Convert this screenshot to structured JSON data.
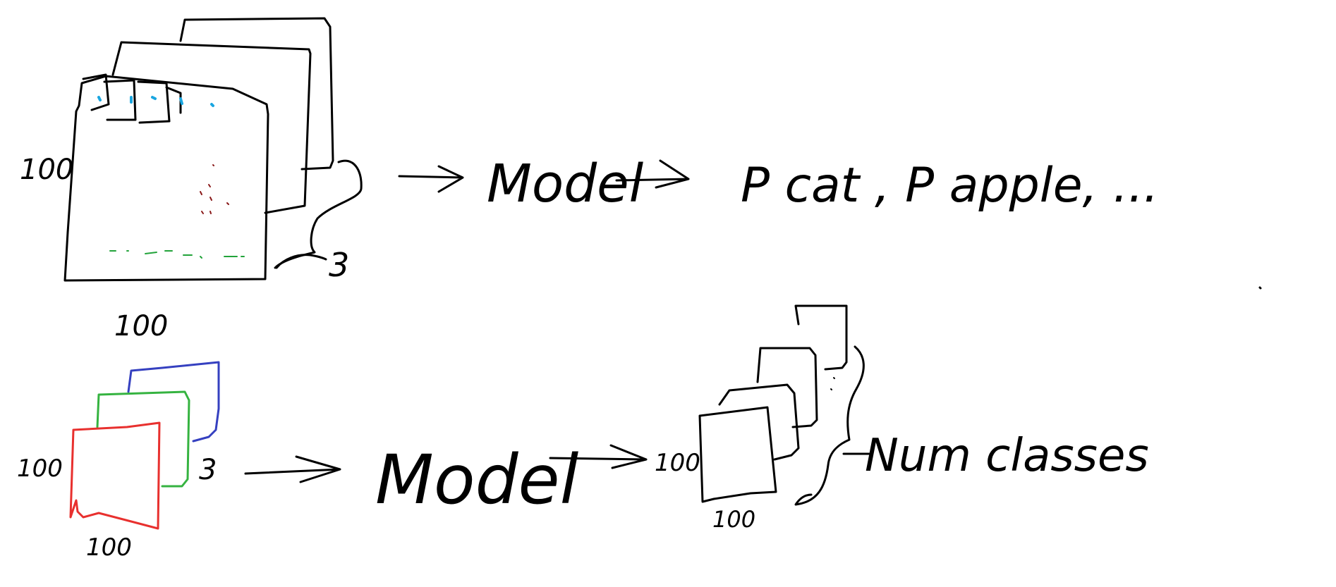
{
  "colors": {
    "ink": "#000000",
    "red_channel": "#e8302e",
    "green_channel": "#35b340",
    "blue_channel": "#3540c0",
    "dots_blue": "#1aa6e0",
    "dots_red": "#8a1a1a",
    "dots_green": "#22a33a"
  },
  "top_row": {
    "input_height_label": "100",
    "input_width_label": "100",
    "channels_label": "3",
    "model_label": "Model",
    "output_label": "P cat , P apple, ..."
  },
  "bottom_row": {
    "input_height_label": "100",
    "input_width_label": "100",
    "channels_label": "3",
    "model_label": "Model",
    "output_height_label": "100",
    "output_width_label": "100",
    "output_channels_label": "Num classes"
  }
}
